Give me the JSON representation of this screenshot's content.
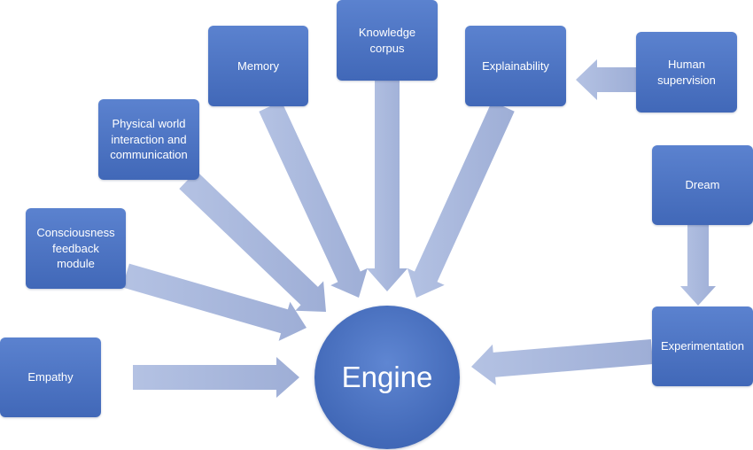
{
  "colors": {
    "node_fill": "#4a72c0",
    "arrow_fill": "#a9b8dc",
    "text": "#ffffff"
  },
  "nodes": {
    "empathy": "Empathy",
    "consciousness": "Consciousness\nfeedback module",
    "physical_world": "Physical world\ninteraction and\ncommunication",
    "memory": "Memory",
    "knowledge_corpus": "Knowledge\ncorpus",
    "explainability": "Explainability",
    "human_supervision": "Human\nsupervision",
    "dream": "Dream",
    "experimentation": "Experimentation"
  },
  "center": {
    "label": "Engine"
  }
}
